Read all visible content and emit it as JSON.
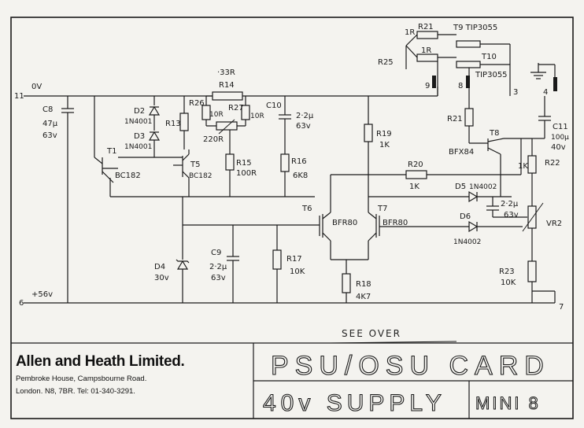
{
  "labels": {
    "r21": "R21",
    "r21_val": "1R",
    "t9": "T9 TIP3055",
    "r25": "R25",
    "r25_val": "1R",
    "t10": "T10",
    "t10_part": "TIP3055",
    "node9": "9",
    "node8": "8",
    "node3": "3",
    "node4": "4",
    "node11": "11",
    "node6": "6",
    "node7": "7",
    "ov": "0V",
    "supply": "+56v",
    "c8": "C8",
    "c8_val1": "47µ",
    "c8_val2": "63v",
    "d2": "D2",
    "d2_val": "1N4001",
    "d3": "D3",
    "d3_val": "1N4001",
    "t1": "T1",
    "t1_val": "BC182",
    "r13a": "R13",
    "r26": "R26",
    "r14": "R14",
    "r14_val": "·33R",
    "r27": "R27",
    "r27_val": "10R",
    "r26_val": "10R",
    "vr_val": "220R",
    "t5": "T5",
    "t5_val": "BC182",
    "r15": "R15",
    "r15_val": "100R",
    "c10": "C10",
    "c10_val1": "2·2µ",
    "c10_val2": "63v",
    "r16": "R16",
    "r16_val": "6K8",
    "r19": "R19",
    "r19_val": "1K",
    "r21b": "R21",
    "t8": "T8",
    "t8_val": "BFX84",
    "c11": "C11",
    "c11_val1": "100µ",
    "c11_val2": "40v",
    "r22": "R22",
    "r22_val": "1K",
    "r20": "R20",
    "r20_val": "1K",
    "d5": "D5",
    "d5_val": "1N4002",
    "c2": "2·2µ",
    "c2_v": "63v",
    "t6": "T6",
    "t6_val": "BFR80",
    "t7": "T7",
    "t7_val": "BFR80",
    "d6": "D6",
    "d6_val": "1N4002",
    "vr2": "VR2",
    "d4": "D4",
    "d4_val": "30v",
    "c9": "C9",
    "c9_val1": "2·2µ",
    "c9_val2": "63v",
    "r17": "R17",
    "r17_val": "10K",
    "r18": "R18",
    "r18_val": "4K7",
    "r23": "R23",
    "r23_val": "10K"
  },
  "note": "SEE OVER",
  "title_block": {
    "company": "Allen and Heath Limited.",
    "address1": "Pembroke House, Campsbourne Road.",
    "address2": "London. N8, 7BR. Tel: 01-340-3291.",
    "title": "PSU/OSU CARD",
    "subtitle": "40v SUPPLY",
    "model": "MINI 8"
  }
}
